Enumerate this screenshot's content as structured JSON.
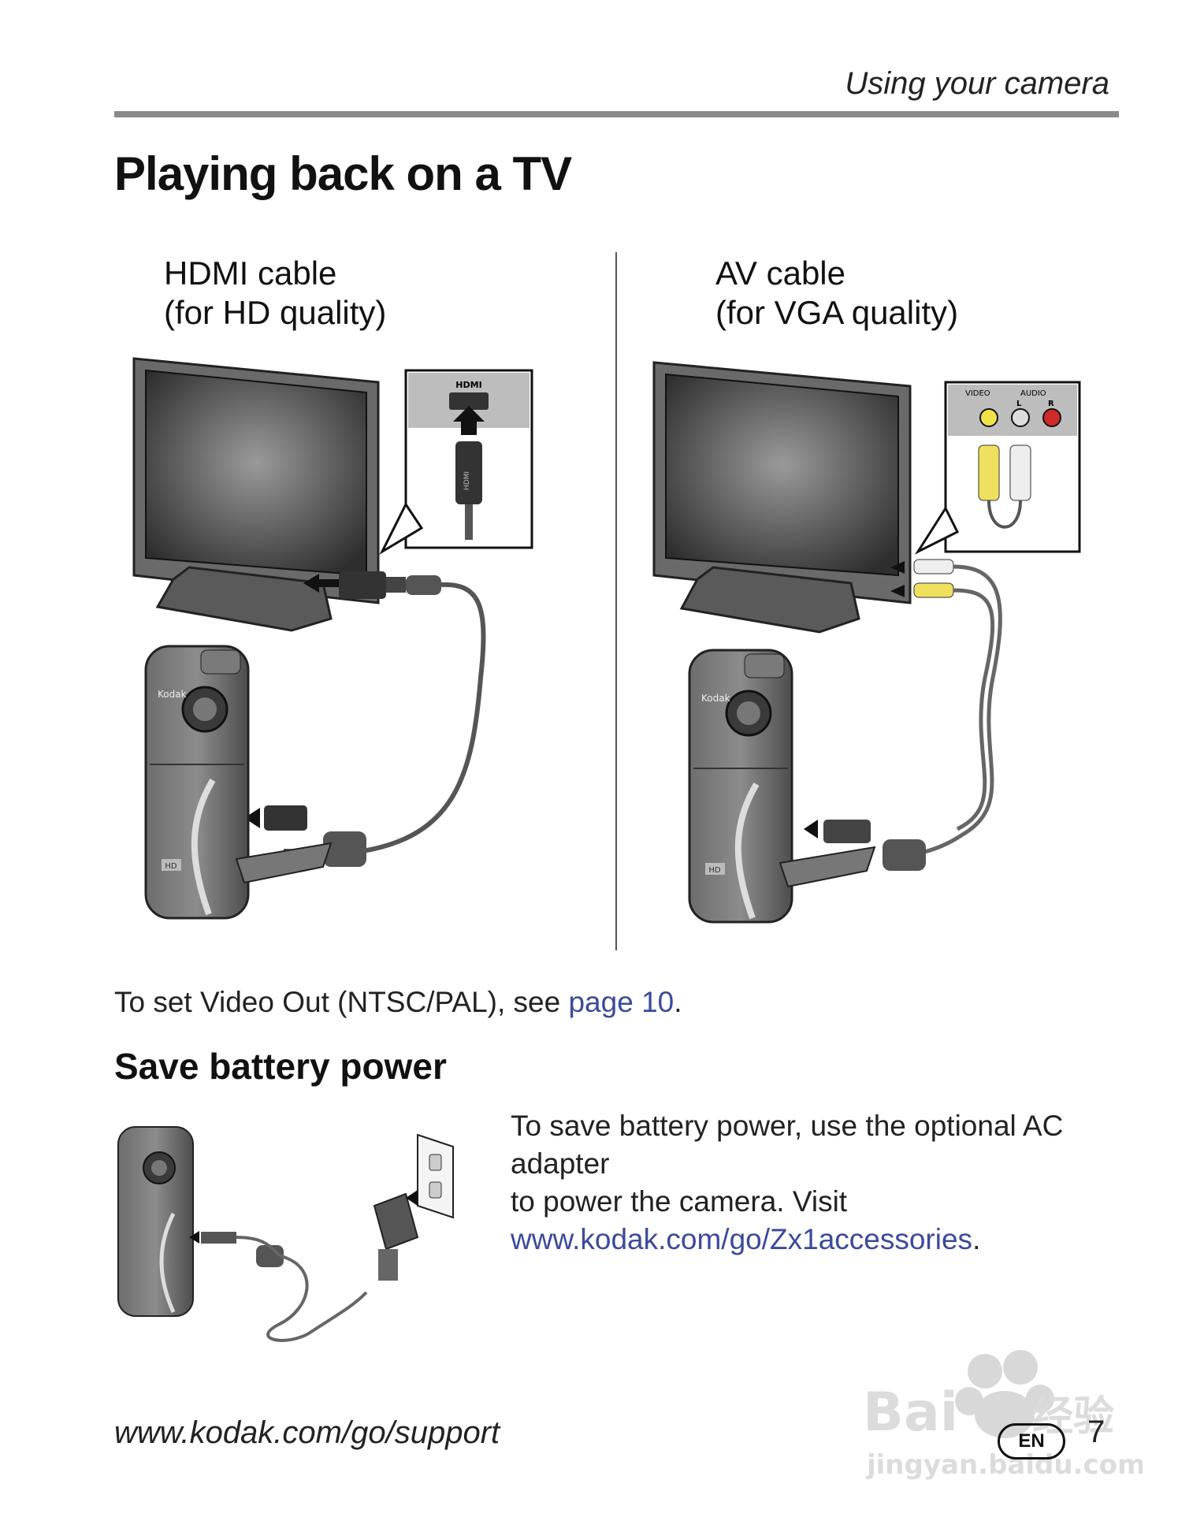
{
  "header": {
    "section": "Using your camera"
  },
  "page_title": "Playing back on a TV",
  "hdmi": {
    "title_line1": "HDMI cable",
    "title_line2": "(for HD quality)",
    "port_label": "HDMI",
    "plug_label": "HDMI"
  },
  "av": {
    "title_line1": "AV cable",
    "title_line2": "(for VGA quality)",
    "label_video": "VIDEO",
    "label_audio": "AUDIO",
    "label_l": "L",
    "label_r": "R"
  },
  "camera_brand": "Kodak",
  "camera_badge": "HD",
  "video_out": {
    "prefix": "To set Video Out (NTSC/PAL), see ",
    "link": "page 10",
    "suffix": "."
  },
  "battery": {
    "title": "Save battery power",
    "text_line1": "To save battery power, use the optional AC adapter",
    "text_line2": "to power the camera. Visit",
    "link": "www.kodak.com/go/Zx1accessories",
    "link_suffix": "."
  },
  "footer": {
    "url": "www.kodak.com/go/support",
    "lang_badge": "EN",
    "page_number": "7"
  },
  "watermark": {
    "line1": "Bai",
    "line2": "经验",
    "line3": "jingyan.baidu.com"
  }
}
